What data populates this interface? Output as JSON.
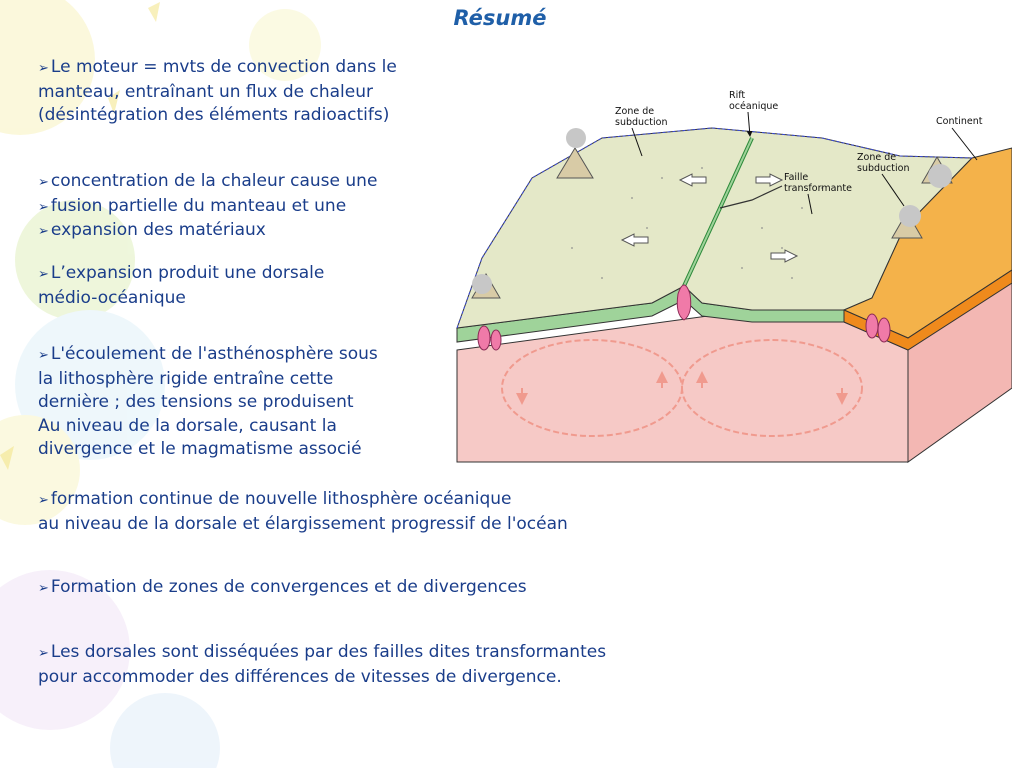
{
  "slide": {
    "title": "Résumé",
    "bullet_marker": "➢",
    "paragraphs": [
      {
        "lines": [
          {
            "bullet": true,
            "text": "Le moteur = mvts de convection dans le"
          },
          {
            "bullet": false,
            "text": "manteau,  entraînant un flux de chaleur"
          },
          {
            "bullet": false,
            "text": "(désintégration des éléments radioactifs)"
          }
        ]
      },
      {
        "lines": [
          {
            "bullet": true,
            "text": "concentration de la chaleur cause une"
          },
          {
            "bullet": true,
            "text": "fusion partielle du manteau et une"
          },
          {
            "bullet": true,
            "text": "expansion des matériaux"
          }
        ]
      },
      {
        "lines": [
          {
            "bullet": true,
            "text": "L’expansion produit une dorsale"
          },
          {
            "bullet": false,
            "text": "médio-océanique"
          }
        ]
      },
      {
        "lines": [
          {
            "bullet": true,
            "text": "L'écoulement de l'asthénosphère sous"
          },
          {
            "bullet": false,
            "text": "la lithosphère rigide entraîne cette"
          },
          {
            "bullet": false,
            "text": "dernière ; des tensions se produisent"
          },
          {
            "bullet": false,
            "text": "Au niveau de la dorsale, causant la"
          },
          {
            "bullet": false,
            "text": "divergence et le magmatisme associé"
          }
        ]
      },
      {
        "lines": [
          {
            "bullet": true,
            "text": "formation continue de nouvelle lithosphère océanique"
          },
          {
            "bullet": false,
            "text": "au niveau de la dorsale et élargissement progressif de l'océan"
          }
        ]
      },
      {
        "lines": [
          {
            "bullet": true,
            "text": "Formation de zones de convergences et de divergences"
          }
        ]
      },
      {
        "lines": [
          {
            "bullet": true,
            "text": "Les dorsales sont disséquées par des failles dites transformantes"
          },
          {
            "bullet": false,
            "text": "pour accommoder des différences de vitesses de divergence."
          }
        ]
      }
    ]
  },
  "diagram": {
    "labels": {
      "zone_subduction_left": [
        "Zone de",
        "subduction"
      ],
      "rift": [
        "Rift",
        "océanique"
      ],
      "continent": "Continent",
      "zone_subduction_right": [
        "Zone de",
        "subduction"
      ],
      "faille": [
        "Faille",
        "transformante"
      ]
    }
  },
  "colors": {
    "text": "#1a3d8a",
    "title": "#1f5fa8",
    "mantle": "#f6c9c6",
    "plate": "#e4e8c8",
    "lithosphere_band": "#9fd39a",
    "continent": "#f4b24a",
    "magma": "#f07aa8"
  }
}
